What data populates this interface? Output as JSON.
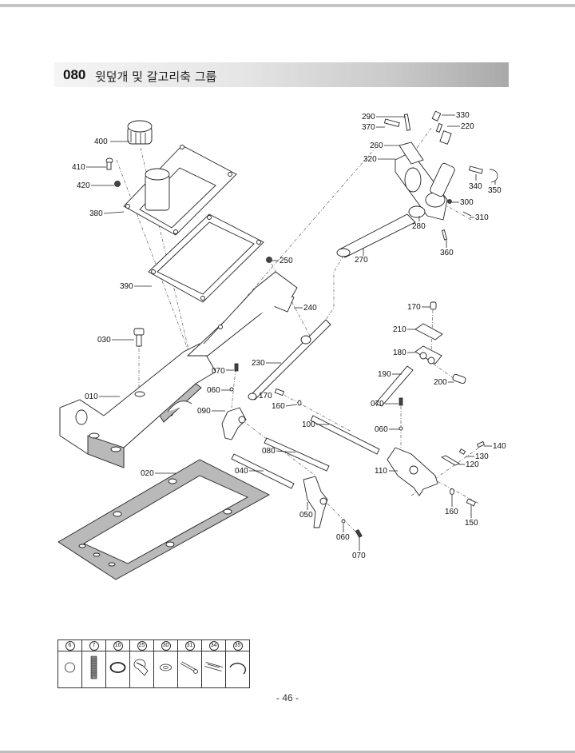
{
  "header": {
    "section_code": "080",
    "section_title": "윗덮개 및 갈고리축 그룹"
  },
  "callouts": [
    {
      "id": "400",
      "label": "400"
    },
    {
      "id": "410",
      "label": "410"
    },
    {
      "id": "420",
      "label": "420"
    },
    {
      "id": "380",
      "label": "380"
    },
    {
      "id": "390",
      "label": "390"
    },
    {
      "id": "030",
      "label": "030"
    },
    {
      "id": "010",
      "label": "010"
    },
    {
      "id": "020",
      "label": "020"
    },
    {
      "id": "250",
      "label": "250"
    },
    {
      "id": "240",
      "label": "240"
    },
    {
      "id": "230",
      "label": "230"
    },
    {
      "id": "270",
      "label": "270"
    },
    {
      "id": "290",
      "label": "290"
    },
    {
      "id": "370",
      "label": "370"
    },
    {
      "id": "330",
      "label": "330"
    },
    {
      "id": "220",
      "label": "220"
    },
    {
      "id": "260",
      "label": "260"
    },
    {
      "id": "320",
      "label": "320"
    },
    {
      "id": "340",
      "label": "340"
    },
    {
      "id": "350",
      "label": "350"
    },
    {
      "id": "300",
      "label": "300"
    },
    {
      "id": "310",
      "label": "310"
    },
    {
      "id": "280",
      "label": "280"
    },
    {
      "id": "360",
      "label": "360"
    },
    {
      "id": "170a",
      "label": "170"
    },
    {
      "id": "210",
      "label": "210"
    },
    {
      "id": "180",
      "label": "180"
    },
    {
      "id": "190",
      "label": "190"
    },
    {
      "id": "200",
      "label": "200"
    },
    {
      "id": "070a",
      "label": "070"
    },
    {
      "id": "060a",
      "label": "060"
    },
    {
      "id": "090",
      "label": "090"
    },
    {
      "id": "170b",
      "label": "170"
    },
    {
      "id": "160a",
      "label": "160"
    },
    {
      "id": "100",
      "label": "100"
    },
    {
      "id": "070b",
      "label": "070"
    },
    {
      "id": "060b",
      "label": "060"
    },
    {
      "id": "080",
      "label": "080"
    },
    {
      "id": "040",
      "label": "040"
    },
    {
      "id": "110",
      "label": "110"
    },
    {
      "id": "140",
      "label": "140"
    },
    {
      "id": "130",
      "label": "130"
    },
    {
      "id": "120",
      "label": "120"
    },
    {
      "id": "160b",
      "label": "160"
    },
    {
      "id": "150",
      "label": "150"
    },
    {
      "id": "050",
      "label": "050"
    },
    {
      "id": "060c",
      "label": "060"
    },
    {
      "id": "070c",
      "label": "070"
    }
  ],
  "legend": {
    "items": [
      {
        "number": "6",
        "icon": "ball-icon"
      },
      {
        "number": "7",
        "icon": "spring-icon"
      },
      {
        "number": "16",
        "icon": "o-ring-icon"
      },
      {
        "number": "25",
        "icon": "threaded-plug-icon"
      },
      {
        "number": "30",
        "icon": "washer-icon"
      },
      {
        "number": "31",
        "icon": "wrench-pin-icon"
      },
      {
        "number": "34",
        "icon": "spring-pin-icon"
      },
      {
        "number": "35",
        "icon": "snap-ring-icon"
      }
    ]
  },
  "footer": {
    "page_number": "- 46 -"
  }
}
